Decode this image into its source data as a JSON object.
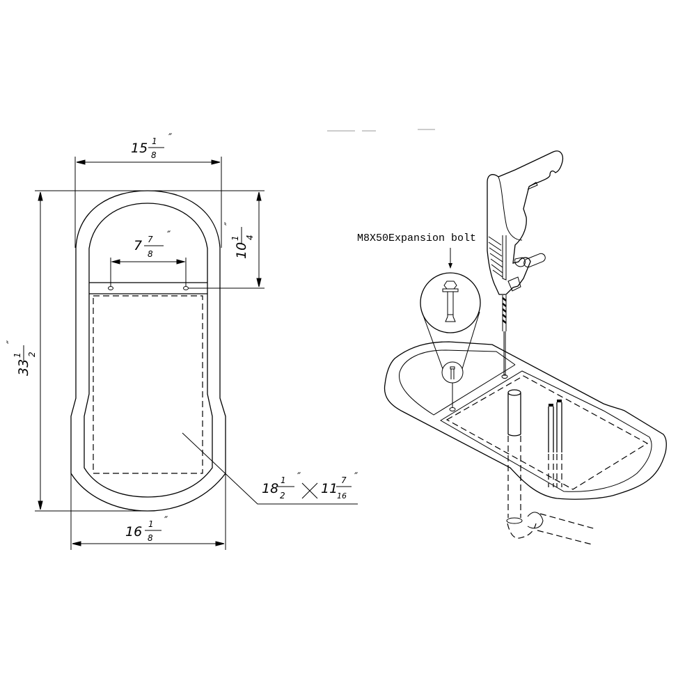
{
  "plan_view": {
    "top_width": {
      "whole": "15",
      "num": "1",
      "den": "8",
      "unit": "″"
    },
    "bottom_width": {
      "whole": "16",
      "num": "1",
      "den": "8",
      "unit": "″"
    },
    "total_length": {
      "whole": "33",
      "num": "1",
      "den": "2",
      "unit": "″"
    },
    "hole_offset": {
      "whole": "10",
      "num": "1",
      "den": "4",
      "unit": "″"
    },
    "hole_spacing": {
      "whole": "7",
      "num": "7",
      "den": "8",
      "unit": "″"
    },
    "cutout": {
      "a_whole": "18",
      "a_num": "1",
      "a_den": "2",
      "a_unit": "″",
      "times": "×",
      "b_whole": "11",
      "b_num": "7",
      "b_den": "16",
      "b_unit": "″"
    }
  },
  "install_view": {
    "bolt_label": "M8X50Expansion bolt"
  }
}
